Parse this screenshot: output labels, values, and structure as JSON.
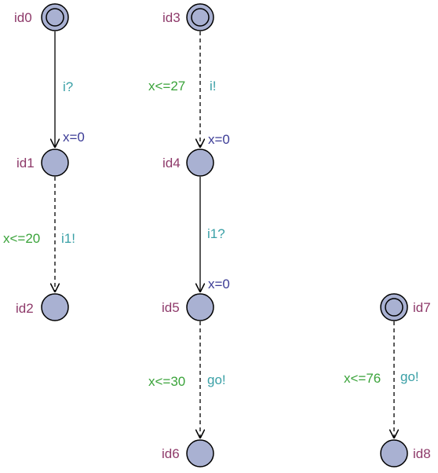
{
  "locations": [
    {
      "id": "id0",
      "initial": true
    },
    {
      "id": "id1",
      "initial": false
    },
    {
      "id": "id2",
      "initial": false
    },
    {
      "id": "id3",
      "initial": true
    },
    {
      "id": "id4",
      "initial": false
    },
    {
      "id": "id5",
      "initial": false
    },
    {
      "id": "id6",
      "initial": false
    },
    {
      "id": "id7",
      "initial": true
    },
    {
      "id": "id8",
      "initial": false
    }
  ],
  "edges": [
    {
      "from": "id0",
      "to": "id1",
      "style": "solid",
      "guard": "",
      "sync": "i?",
      "assign": "x=0"
    },
    {
      "from": "id1",
      "to": "id2",
      "style": "dashed",
      "guard": "x<=20",
      "sync": "i1!",
      "assign": ""
    },
    {
      "from": "id3",
      "to": "id4",
      "style": "dashed",
      "guard": "x<=27",
      "sync": "i!",
      "assign": "x=0"
    },
    {
      "from": "id4",
      "to": "id5",
      "style": "solid",
      "guard": "",
      "sync": "i1?",
      "assign": "x=0"
    },
    {
      "from": "id5",
      "to": "id6",
      "style": "dashed",
      "guard": "x<=30",
      "sync": "go!",
      "assign": ""
    },
    {
      "from": "id7",
      "to": "id8",
      "style": "dashed",
      "guard": "x<=76",
      "sync": "go!",
      "assign": ""
    }
  ],
  "colors": {
    "location_fill": "#a9b1d2",
    "location_name": "#8e3a6a",
    "guard": "#3aa33a",
    "sync": "#3aa0a6",
    "assignment": "#3c3c96"
  }
}
